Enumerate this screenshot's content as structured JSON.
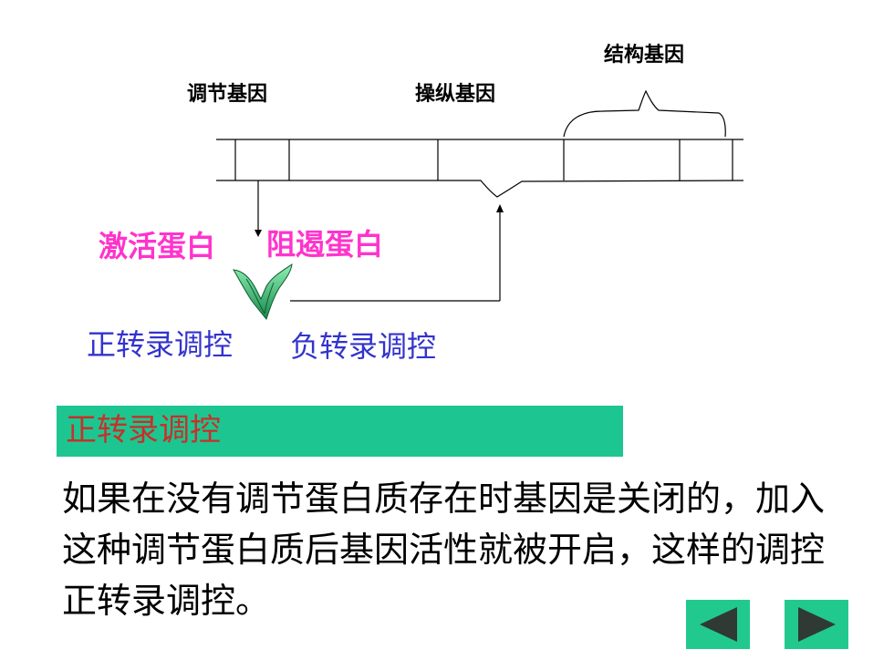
{
  "slide": {
    "diagram": {
      "labels": {
        "structural_gene": "结构基因",
        "regulatory_gene": "调节基因",
        "operator_gene": "操纵基因",
        "activator_protein": "激活蛋白",
        "repressor_protein": "阻遏蛋白",
        "positive_regulation": "正转录调控",
        "negative_regulation": "负转录调控"
      }
    },
    "banner": {
      "title": "正转录调控"
    },
    "paragraph": {
      "lines": [
        "如果在没有调节蛋白质存在时基因是关闭的，加入",
        "这种调节蛋白质后基因活性就被开启，这样的调控",
        "正转录调控。"
      ]
    },
    "nav": {
      "prev_icon": "left-triangle-icon",
      "next_icon": "right-triangle-icon"
    }
  },
  "colors": {
    "banner_green": "#1dc690",
    "nav_green": "#22c98e",
    "nav_arrow": "#2f3a33",
    "protein_label_pink": "#ff33cc",
    "regulation_label_blue": "#3333cc",
    "banner_title_red": "#c8302a",
    "protein_shape_green": "#2fbf6a"
  }
}
